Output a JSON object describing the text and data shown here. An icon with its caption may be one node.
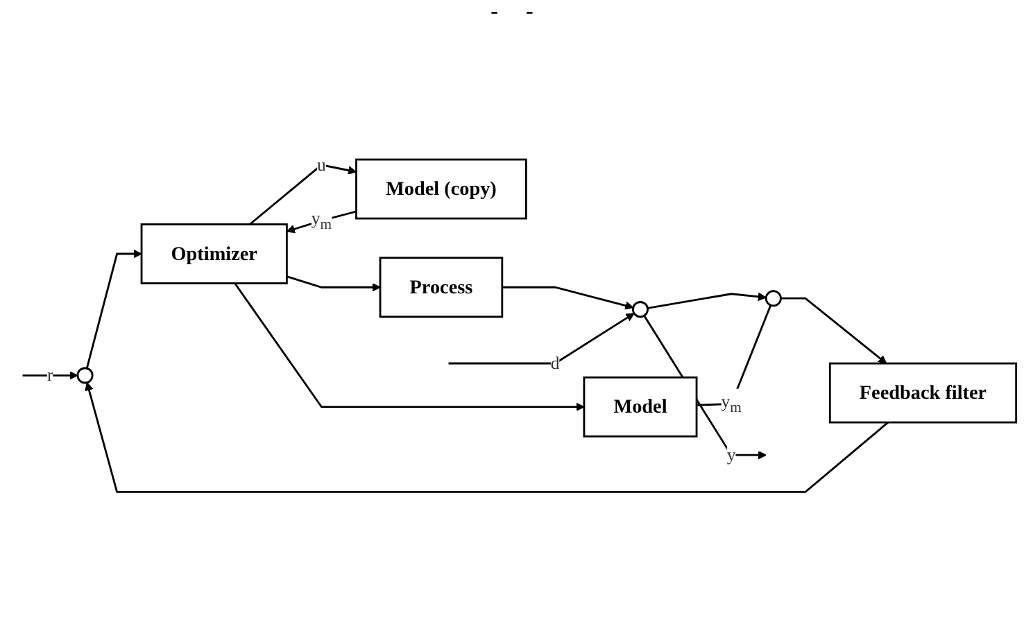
{
  "diagram": {
    "nodes": [
      {
        "text": [],
        "shape": "circle"
      },
      {
        "text": [
          "Optimizer"
        ]
      },
      {
        "text": [
          "Model (copy)"
        ]
      },
      {
        "text": [
          "Process"
        ]
      },
      {
        "text": [],
        "shape": "circle"
      },
      {
        "text": [
          "Model"
        ]
      },
      {
        "text": [],
        "shape": "circle"
      },
      {
        "text": [
          "Feedback filter"
        ]
      }
    ],
    "edges": [
      {
        "from": null,
        "to": 0,
        "arrow": "to",
        "label": "r"
      },
      {
        "from": 0,
        "to": 1,
        "arrow": "to"
      },
      {
        "from": 1,
        "to": 2,
        "arrow": "to",
        "label": "u"
      },
      {
        "from": 2,
        "to": 1,
        "arrow": "to",
        "label": "y$_{m}$"
      },
      {
        "from": 1,
        "to": 3,
        "arrow": "to"
      },
      {
        "from": 1,
        "to": 5,
        "arrow": "to"
      },
      {
        "from": 3,
        "to": 4,
        "arrow": "to"
      },
      {
        "from": null,
        "to": 4,
        "arrow": "to",
        "label": "d"
      },
      {
        "from": 4,
        "to": null,
        "arrow": "to",
        "label": "y"
      },
      {
        "from": 4,
        "to": 6,
        "arrow": "to"
      },
      {
        "from": 5,
        "to": 6,
        "arrow": "none",
        "label": "y$_{m}$"
      },
      {
        "from": 6,
        "to": 7,
        "arrow": "to"
      },
      {
        "from": 7,
        "to": 0,
        "arrow": "to"
      }
    ],
    "labels": [
      "-",
      "-"
    ]
  }
}
